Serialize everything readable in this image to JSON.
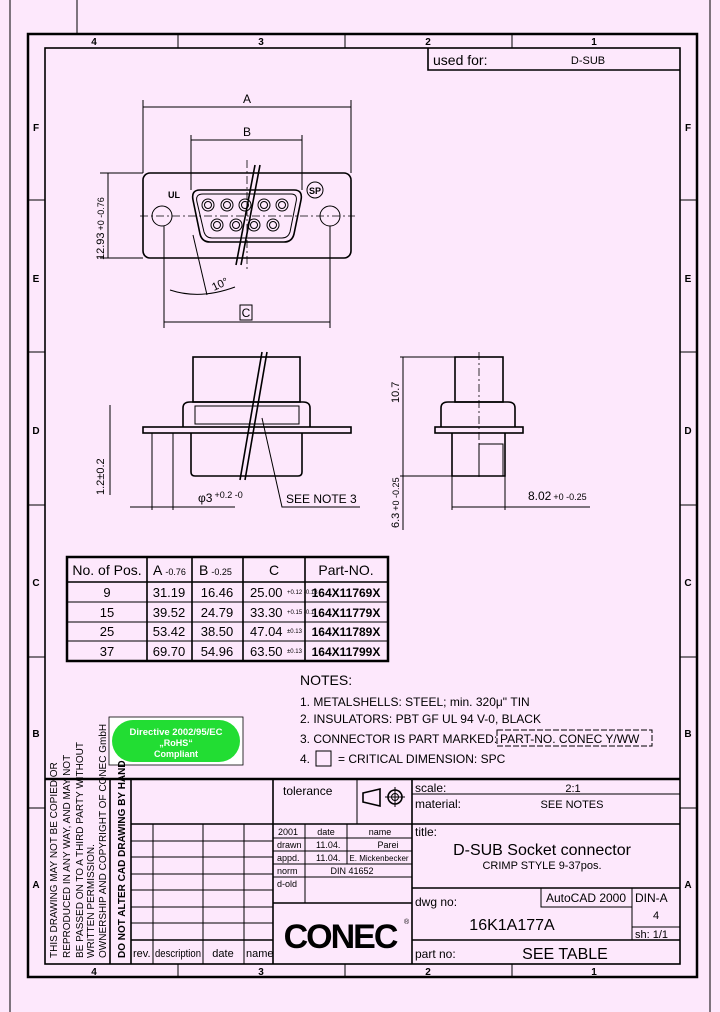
{
  "zones": {
    "columns": [
      "4",
      "3",
      "2",
      "1"
    ],
    "rows": [
      "F",
      "E",
      "D",
      "C",
      "B",
      "A"
    ]
  },
  "used_for": {
    "label": "used for:",
    "value": "D-SUB"
  },
  "dimensions": {
    "A": "A",
    "B": "B",
    "C": "C",
    "height": "12.93",
    "height_tol": "+0 -0.76",
    "angle": "10°",
    "flange": "1.2±0.2",
    "hole": "φ3",
    "hole_tol": "+0.2 -0",
    "see_note": "SEE NOTE 3",
    "body_height": "10.7",
    "lower_height": "6.3",
    "lower_height_tol": "+0 -0.25",
    "depth": "8.02",
    "depth_tol": "+0 -0.25"
  },
  "table": {
    "headers": [
      "No. of Pos.",
      "A",
      "B",
      "C",
      "Part-NO."
    ],
    "header_tols": [
      "",
      "-0.76",
      "-0.25",
      "",
      ""
    ],
    "rows": [
      {
        "pos": "9",
        "a": "31.19",
        "b": "16.46",
        "c": "25.00",
        "c_tol": "+0.12 -0.13",
        "part": "164X11769X"
      },
      {
        "pos": "15",
        "a": "39.52",
        "b": "24.79",
        "c": "33.30",
        "c_tol": "+0.15 -0.1",
        "part": "164X11779X"
      },
      {
        "pos": "25",
        "a": "53.42",
        "b": "38.50",
        "c": "47.04",
        "c_tol": "±0.13",
        "part": "164X11789X"
      },
      {
        "pos": "37",
        "a": "69.70",
        "b": "54.96",
        "c": "63.50",
        "c_tol": "±0.13",
        "part": "164X11799X"
      }
    ]
  },
  "notes": {
    "title": "NOTES:",
    "items": [
      "1. METALSHELLS: STEEL; min. 320μ\" TIN",
      "2. INSULATORS: PBT GF UL 94 V-0, BLACK",
      "3. CONNECTOR IS PART MARKED:",
      "4."
    ],
    "marking": "PART-NO. CONEC Y/WW",
    "critical": "= CRITICAL DIMENSION: SPC"
  },
  "rohs": {
    "line1": "Directive 2002/95/EC",
    "line2": "„RoHS“",
    "line3": "Compliant",
    "color": "#22dd33"
  },
  "title_block": {
    "copyright": [
      "THIS DRAWING MAY NOT BE COPIED OR",
      "REPRODUCED IN ANY WAY, AND MAY NOT",
      "BE PASSED ON TO A THIRD PARTY WITHOUT",
      "WRITTEN PERMISSION.",
      "OWNERSHIP AND COPYRIGHT OF CONEC GmbH"
    ],
    "do_not_alter": "DO NOT ALTER CAD DRAWING BY HAND",
    "rev_headers": [
      "rev.",
      "description",
      "date",
      "name"
    ],
    "tolerance": "tolerance",
    "year": "2001",
    "date_h": "date",
    "name_h": "name",
    "drawn": "drawn",
    "drawn_date": "11.04.",
    "drawn_name": "Parei",
    "appd": "appd.",
    "appd_date": "11.04.",
    "appd_name": "E. Mickenbecker",
    "norm": "norm",
    "norm_value": "DIN 41652",
    "d_old": "d-old",
    "logo": "CONEC",
    "scale_label": "scale:",
    "scale": "2:1",
    "material_label": "material:",
    "material": "SEE NOTES",
    "title_label": "title:",
    "title": "D-SUB Socket connector",
    "subtitle": "CRIMP STYLE 9-37pos.",
    "dwg_label": "dwg no:",
    "dwg_no": "16K1A177A",
    "cad": "AutoCAD 2000",
    "din": "DIN-A",
    "din_size": "4",
    "sheet": "sh: 1/1",
    "part_label": "part no:",
    "part_no": "SEE TABLE"
  },
  "colors": {
    "background": "#fde8fc",
    "lines": "#000000"
  }
}
